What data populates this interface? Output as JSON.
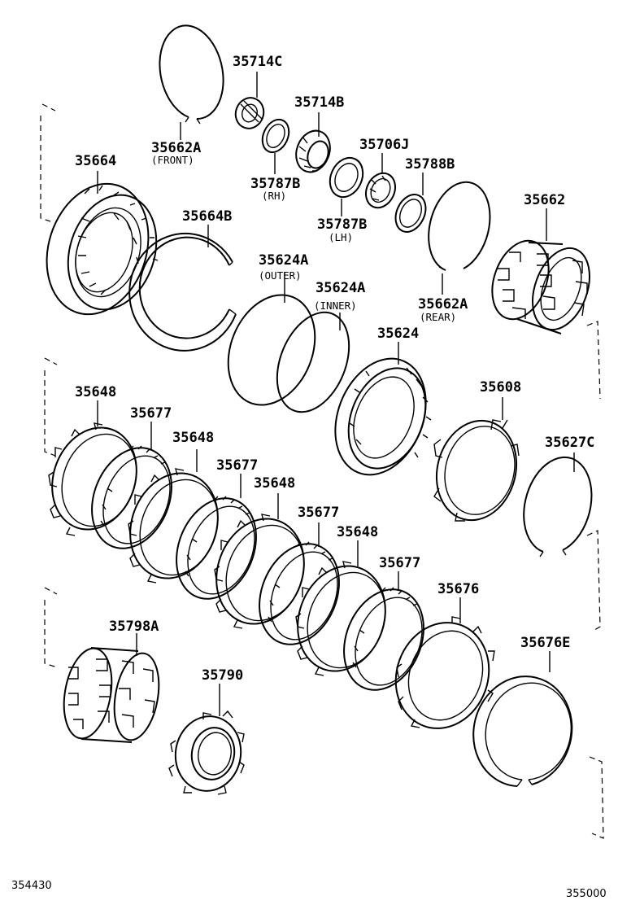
{
  "diagram": {
    "labels": {
      "p35714C": "35714C",
      "p35714B": "35714B",
      "p35662A_front": "35662A",
      "front_note": "(FRONT)",
      "p35787B_rh": "35787B",
      "rh_note": "(RH)",
      "p35706J": "35706J",
      "p35788B": "35788B",
      "p35787B_lh": "35787B",
      "lh_note": "(LH)",
      "p35664": "35664",
      "p35664B": "35664B",
      "p35662": "35662",
      "p35624A_outer": "35624A",
      "outer_note": "(OUTER)",
      "p35624A_inner": "35624A",
      "inner_note": "(INNER)",
      "p35662A_rear": "35662A",
      "rear_note": "(REAR)",
      "p35624": "35624",
      "p35648_1": "35648",
      "p35677_1": "35677",
      "p35648_2": "35648",
      "p35608": "35608",
      "p35677_2": "35677",
      "p35648_3": "35648",
      "p35627C": "35627C",
      "p35677_3": "35677",
      "p35648_4": "35648",
      "p35677_4": "35677",
      "p35676": "35676",
      "p35798A": "35798A",
      "p35676E": "35676E",
      "p35790": "35790"
    },
    "page_codes": {
      "left": "354430",
      "right": "355000"
    }
  }
}
